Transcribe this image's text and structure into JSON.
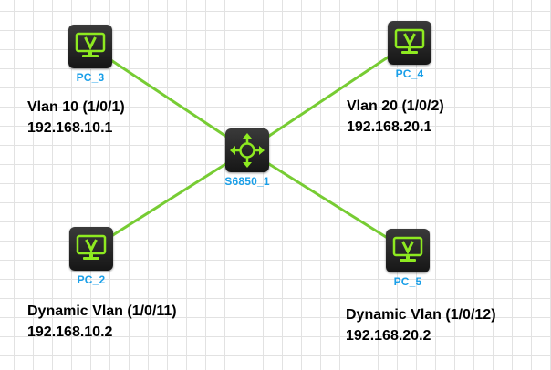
{
  "colors": {
    "link": "#77cc33",
    "icon_accent": "#8eea20",
    "label": "#1a9fe8"
  },
  "nodes": {
    "switch": {
      "label": "S6850_1",
      "icon": "router-icon"
    },
    "pc3": {
      "label": "PC_3",
      "icon": "monitor-icon"
    },
    "pc4": {
      "label": "PC_4",
      "icon": "monitor-icon"
    },
    "pc2": {
      "label": "PC_2",
      "icon": "monitor-icon"
    },
    "pc5": {
      "label": "PC_5",
      "icon": "monitor-icon"
    }
  },
  "annotations": {
    "pc3": {
      "vlan": "Vlan 10 (1/0/1)",
      "ip": "192.168.10.1"
    },
    "pc4": {
      "vlan": "Vlan 20 (1/0/2)",
      "ip": "192.168.20.1"
    },
    "pc2": {
      "vlan": "Dynamic Vlan (1/0/11)",
      "ip": "192.168.10.2"
    },
    "pc5": {
      "vlan": "Dynamic Vlan (1/0/12)",
      "ip": "192.168.20.2"
    }
  }
}
